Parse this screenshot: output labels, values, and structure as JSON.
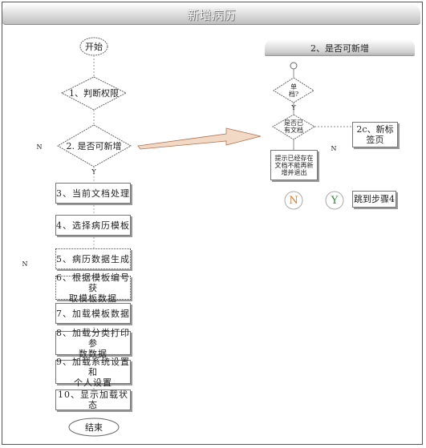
{
  "title": "新增病历",
  "subprocess": {
    "title": "2、是否可新增",
    "decision_single": "单\n档?",
    "decision_has_doc": "是否已\n有文档",
    "warning_box": "提示已经存在\n文档不能再新\n增并退出",
    "new_tab_box": "2c、新标\n签页",
    "n_circle": "N",
    "y_circle": "Y",
    "jump_box": "跳到步骤4",
    "y_label": "Y",
    "n_label": "N"
  },
  "main": {
    "start": "开始",
    "check_permission": "1、判断权限",
    "can_add": "2. 是否可新增",
    "can_add_yes": "Y",
    "left_n_1": "N",
    "left_n_2": "N",
    "end": "结束",
    "steps": [
      "3、当前文档处理",
      "4、选择病历模板",
      "5、病历数据生成",
      "6、根据模板编号获\n取模板数据",
      "7、加载模板数据",
      "8、加载分类打印参\n数数据",
      "9、加载系统设置和\n个人设置",
      "10、显示加载状态"
    ]
  },
  "colors": {
    "n_circle": "#e07a2a",
    "y_circle": "#2e8b3a",
    "arrow_fill": "#f2d9c6",
    "arrow_stroke": "#b07050"
  }
}
